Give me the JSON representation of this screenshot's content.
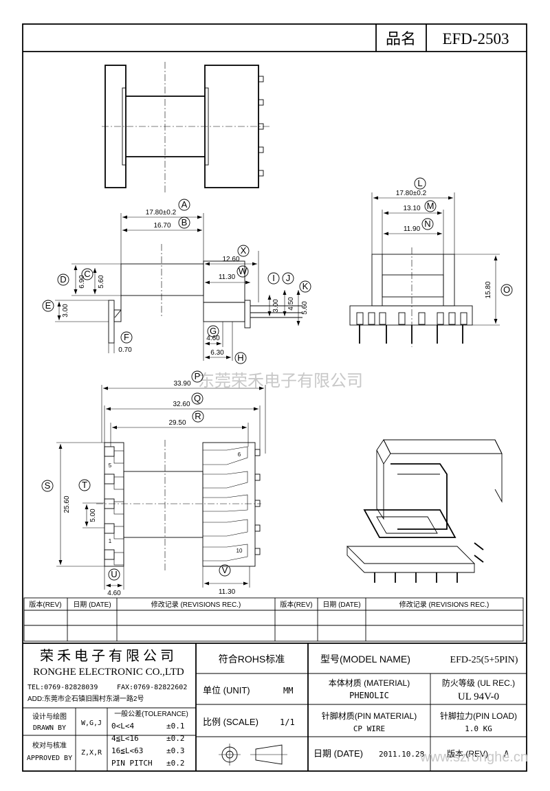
{
  "title_block": {
    "product_name_label": "品名",
    "product_name": "EFD-2503"
  },
  "watermark": {
    "center": "东莞荣禾电子有限公司",
    "corner": "www.szronghe.cn"
  },
  "dimensions": {
    "A": "17.80±0.2",
    "B": "16.70",
    "C": "5.60",
    "D": "6.90",
    "E": "3.00",
    "F": "0.70",
    "G": "4.60",
    "H": "6.30",
    "I": "3.00",
    "J": "4.50",
    "K": "5.60",
    "W": "11.30",
    "X": "12.60",
    "L": "17.80±0.2",
    "M": "13.10",
    "N": "11.90",
    "O": "15.80",
    "P": "33.90",
    "Q": "32.60",
    "R": "29.50",
    "S": "25.60",
    "T": "5.00",
    "U": "4.60",
    "V": "11.30"
  },
  "pin_numbers": {
    "p1": "1",
    "p5": "5",
    "p6": "6",
    "p10": "10"
  },
  "revisions_table": {
    "headers": [
      "版本(REV)",
      "日期 (DATE)",
      "修改记录 (REVISIONS REC.)",
      "版本(REV)",
      "日期 (DATE)",
      "修改记录 (REVISIONS REC.)"
    ]
  },
  "company": {
    "name_cn": "荣禾电子有限公司",
    "name_en": "RONGHE ELECTRONIC CO.,LTD",
    "tel": "TEL:0769-82828039",
    "fax": "FAX:0769-82822602",
    "address": "ADD:东莞市企石镇旧围村东湖一路2号"
  },
  "approval": {
    "drawn_label_cn": "设计与绘图",
    "drawn_label_en": "DRAWN BY",
    "drawn_value": "W,G,J",
    "approved_label_cn": "校对与核准",
    "approved_label_en": "APPROVED BY",
    "approved_value": "Z,X,R"
  },
  "tolerance": {
    "title": "一般公差(TOLERANCE)",
    "rows": [
      {
        "range": "0<L<4",
        "value": "±0.1"
      },
      {
        "range": "4≦L<16",
        "value": "±0.2"
      },
      {
        "range": "16≦L<63",
        "value": "±0.3"
      },
      {
        "range": "PIN PITCH",
        "value": "±0.2"
      }
    ]
  },
  "specs": {
    "rohs": "符合ROHS标准",
    "unit_label": "单位 (UNIT)",
    "unit_value": "MM",
    "scale_label": "比例 (SCALE)",
    "scale_value": "1/1",
    "model_label": "型号(MODEL NAME)",
    "model_value": "EFD-25(5+5PIN)",
    "material_label": "本体材质 (MATERIAL)",
    "material_value": "PHENOLIC",
    "fire_label": "防火等级 (UL REC.)",
    "fire_value": "UL 94V-0",
    "pin_material_label": "针脚材质(PIN MATERIAL)",
    "pin_material_value": "CP WIRE",
    "pin_load_label": "针脚拉力(PIN LOAD)",
    "pin_load_value": "1.0 KG",
    "date_label": "日期 (DATE)",
    "date_value": "2011.10.28",
    "rev_label": "版本 (REV)",
    "rev_value": "A"
  }
}
